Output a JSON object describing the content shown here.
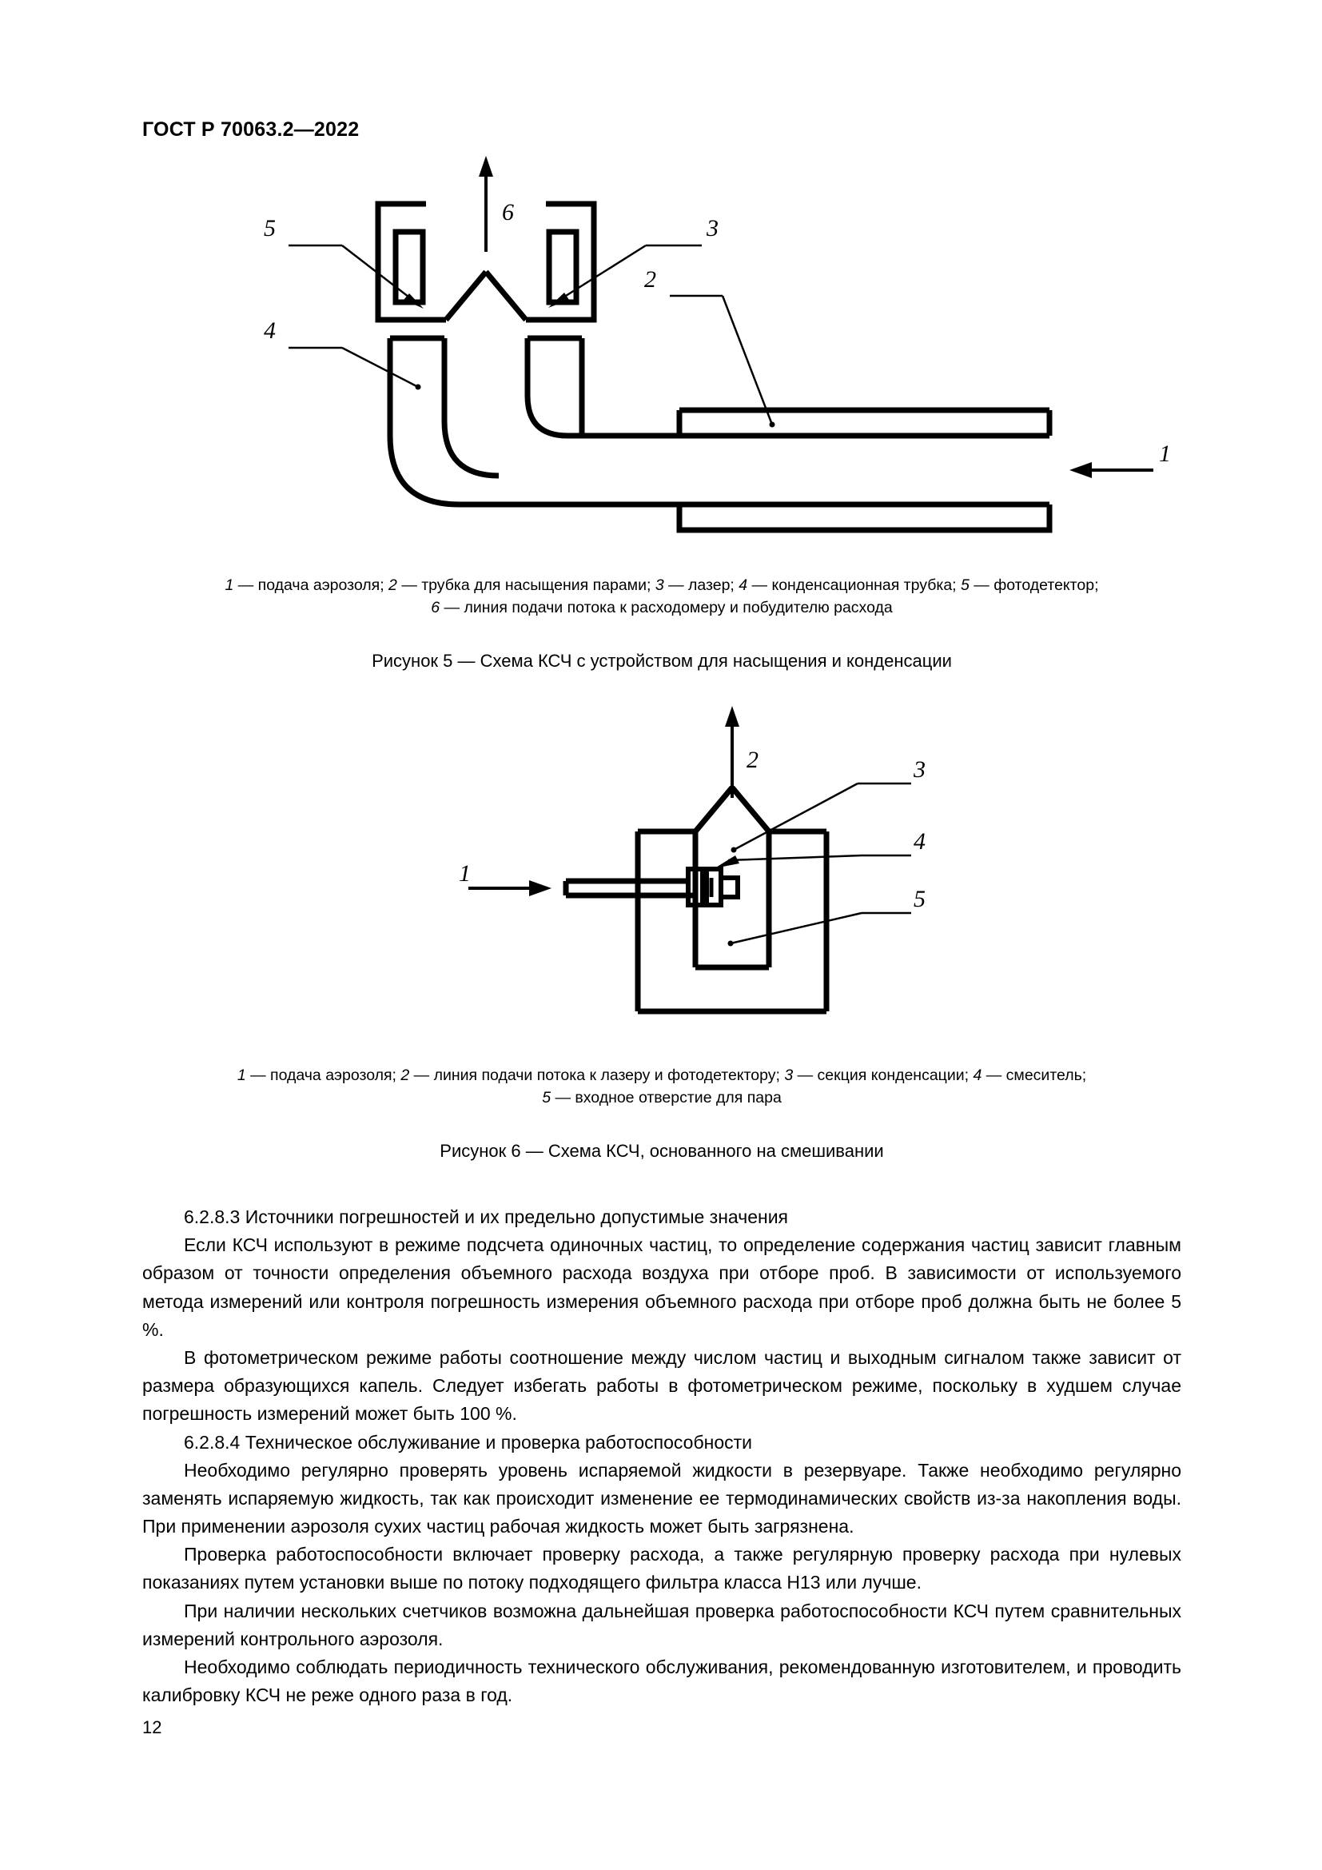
{
  "document": {
    "standard_header": "ГОСТ Р 70063.2—2022",
    "page_number": "12"
  },
  "figure5": {
    "legend": "1 — подача аэрозоля; 2 — трубка для насыщения парами; 3 — лазер; 4 — конденсационная трубка; 5 — фотодетектор;",
    "legend_line2": "6 — линия подачи потока к расходомеру и побудителю расхода",
    "title": "Рисунок 5 — Схема КСЧ с устройством для насыщения и конденсации",
    "callouts": {
      "one": "1",
      "two": "2",
      "three": "3",
      "four": "4",
      "five": "5",
      "six": "6"
    }
  },
  "figure6": {
    "legend": "1 — подача аэрозоля; 2 — линия подачи потока к лазеру и фотодетектору; 3 — секция конденсации; 4 — смеситель;",
    "legend_line2": "5 — входное отверстие для пара",
    "title": "Рисунок 6 — Схема КСЧ, основанного на смешивании",
    "callouts": {
      "one": "1",
      "two": "2",
      "three": "3",
      "four": "4",
      "five": "5"
    }
  },
  "body": {
    "clause_6_2_8_3_heading": "6.2.8.3 Источники погрешностей и их предельно допустимые значения",
    "para1": "Если КСЧ используют в режиме подсчета одиночных частиц, то определение содержания частиц зависит главным образом от точности определения объемного расхода воздуха при отборе проб. В зависимости от используемого метода измерений или контроля погрешность измерения объемного расхода при отборе проб должна быть не более 5 %.",
    "para2": "В фотометрическом режиме работы соотношение между числом частиц и выходным сигналом также зависит от размера образующихся капель. Следует избегать работы в фотометрическом режиме, поскольку в худшем случае погрешность измерений может быть 100 %.",
    "clause_6_2_8_4_heading": "6.2.8.4 Техническое обслуживание и проверка работоспособности",
    "para3": "Необходимо регулярно проверять уровень испаряемой жидкости в резервуаре. Также необходимо регулярно заменять испаряемую жидкость, так как происходит изменение ее термодинамических свойств из-за накопления воды. При применении аэрозоля сухих частиц рабочая жидкость может быть загрязнена.",
    "para4": "Проверка работоспособности включает проверку расхода, а также регулярную проверку расхода при нулевых показаниях путем установки выше по потоку подходящего фильтра класса H13 или лучше.",
    "para5": "При наличии нескольких счетчиков возможна дальнейшая проверка работоспособности КСЧ путем сравнительных измерений контрольного аэрозоля.",
    "para6": "Необходимо соблюдать периодичность технического обслуживания, рекомендованную изготовителем, и проводить калибровку КСЧ не реже одного раза в год."
  }
}
